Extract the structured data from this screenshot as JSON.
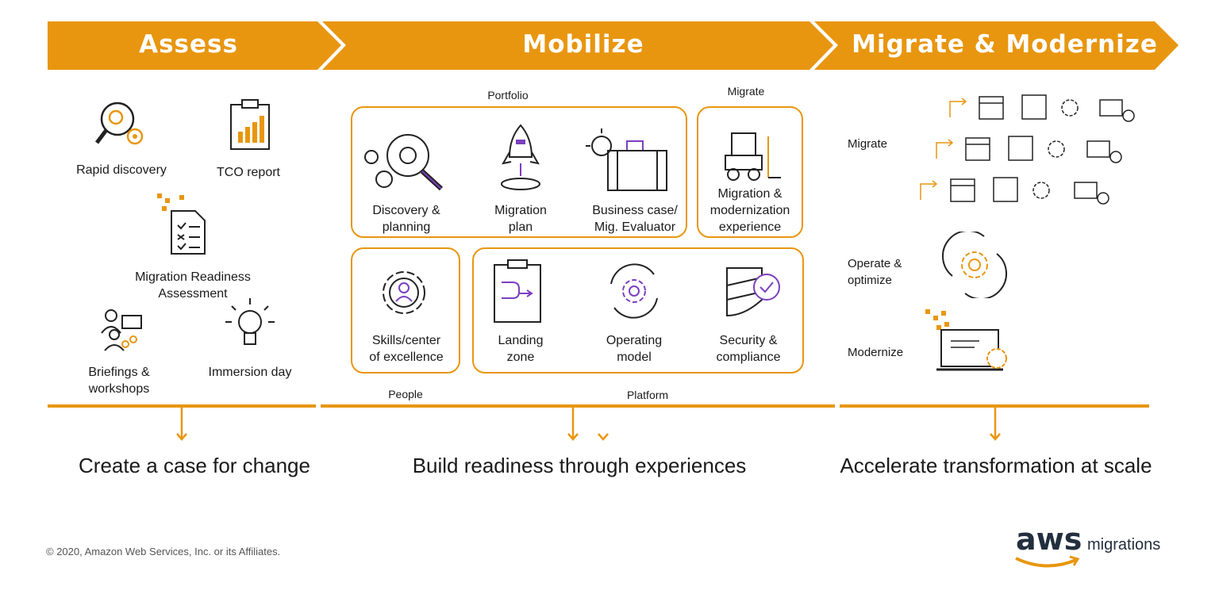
{
  "phases": {
    "assess": "Assess",
    "mobilize": "Mobilize",
    "migrate": "Migrate & Modernize"
  },
  "assess": {
    "rapid_discovery": "Rapid discovery",
    "tco_report": "TCO report",
    "mra_line1": "Migration Readiness",
    "mra_line2": "Assessment",
    "briefings_line1": "Briefings &",
    "briefings_line2": "workshops",
    "immersion_day": "Immersion day"
  },
  "mobilize": {
    "portfolio_label": "Portfolio",
    "migrate_label": "Migrate",
    "people_label": "People",
    "platform_label": "Platform",
    "discovery_line1": "Discovery &",
    "discovery_line2": "planning",
    "migration_plan_line1": "Migration",
    "migration_plan_line2": "plan",
    "business_case_line1": "Business case/",
    "business_case_line2": "Mig. Evaluator",
    "mig_exp_line1": "Migration &",
    "mig_exp_line2": "modernization",
    "mig_exp_line3": "experience",
    "skills_line1": "Skills/center",
    "skills_line2": "of excellence",
    "landing_line1": "Landing",
    "landing_line2": "zone",
    "operating_line1": "Operating",
    "operating_line2": "model",
    "security_line1": "Security &",
    "security_line2": "compliance"
  },
  "migrate_modernize": {
    "migrate": "Migrate",
    "operate_line1": "Operate &",
    "operate_line2": "optimize",
    "modernize": "Modernize"
  },
  "outcomes": {
    "assess": "Create a case for change",
    "mobilize": "Build readiness through experiences",
    "migrate": "Accelerate transformation at scale"
  },
  "footer": {
    "copyright": "© 2020, Amazon Web Services, Inc. or its Affiliates.",
    "brand": "aws",
    "product": "migrations"
  },
  "colors": {
    "accent": "#e8960f",
    "purple": "#7b3fbf"
  },
  "icons": [
    "magnifier-gears-icon",
    "report-icon",
    "checklist-icon",
    "people-icon",
    "lightbulb-icon",
    "rocket-icon",
    "briefcase-icon",
    "forklift-icon",
    "gear-person-icon",
    "clipboard-flow-icon",
    "gear-cycle-icon",
    "shield-check-icon",
    "laptop-gear-icon"
  ]
}
